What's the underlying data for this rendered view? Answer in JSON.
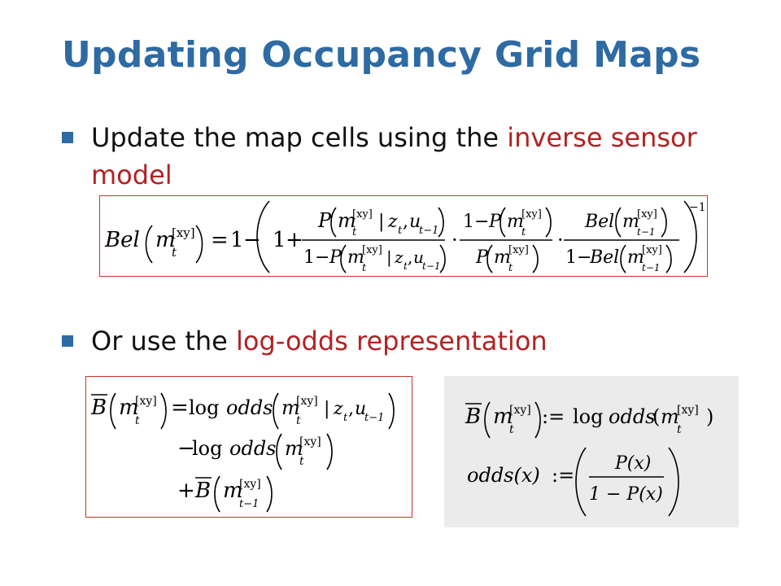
{
  "slide": {
    "title": "Updating Occupancy Grid Maps",
    "bullets": [
      {
        "plain": "Update the map cells using the ",
        "highlight": "inverse sensor model"
      },
      {
        "plain": "Or use the ",
        "highlight": "log-odds representation"
      }
    ]
  },
  "formulas": {
    "bel": {
      "lhs_fn": "Bel",
      "var": "m",
      "sub_t": "t",
      "sup_xy": "[xy]",
      "eq": "=",
      "one": "1",
      "minus": "−",
      "plus": "+",
      "prob": "P",
      "cond": "|",
      "z_t": "z",
      "comma": ",",
      "u": "u",
      "sub_tm1": "t−1",
      "dot": "·",
      "inv_exp": "−1"
    },
    "logodds": {
      "B": "B",
      "eq": "=",
      "log": "log",
      "odds": "odds",
      "minus": "−",
      "plus": "+"
    },
    "definitions": {
      "assign": ":=",
      "odds_x": "odds(x)",
      "px": "P(x)",
      "one_minus_px": "1 − P(x)"
    }
  },
  "colors": {
    "title": "#2e6aa3",
    "bullet_marker": "#2e6aa3",
    "highlight": "#b22222",
    "box_border": "#c0392b",
    "panel_bg": "#ebebeb"
  }
}
